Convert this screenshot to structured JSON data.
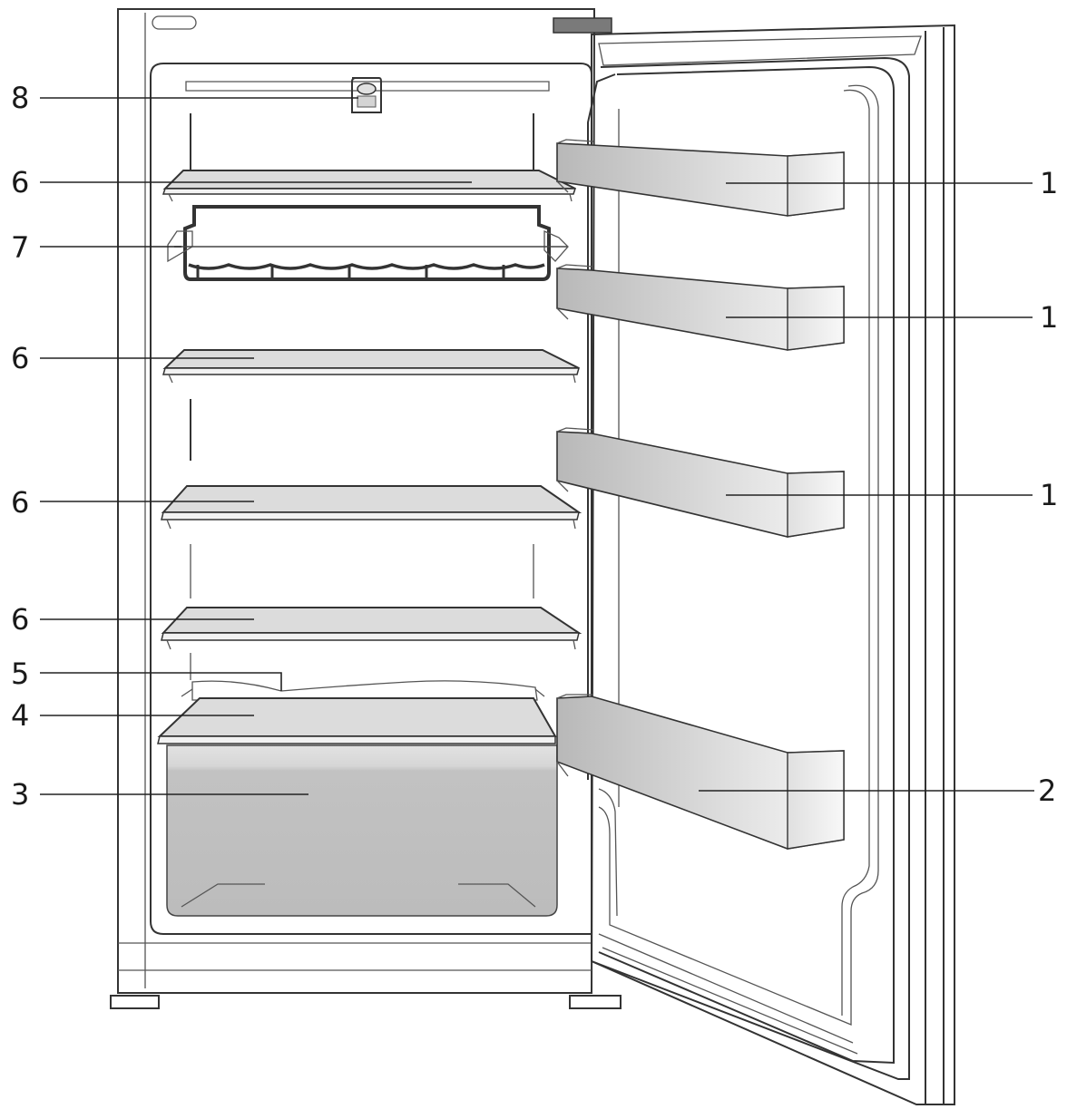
{
  "diagram": {
    "callouts_left": [
      {
        "id": "c8",
        "label": "8",
        "part": "light"
      },
      {
        "id": "c6a",
        "label": "6",
        "part": "shelf-top"
      },
      {
        "id": "c7",
        "label": "7",
        "part": "bottle-rack"
      },
      {
        "id": "c6b",
        "label": "6",
        "part": "shelf-2"
      },
      {
        "id": "c6c",
        "label": "6",
        "part": "shelf-3"
      },
      {
        "id": "c6d",
        "label": "6",
        "part": "shelf-4"
      },
      {
        "id": "c5",
        "label": "5",
        "part": "vegetable-cover-edge"
      },
      {
        "id": "c4",
        "label": "4",
        "part": "crisper-cover"
      },
      {
        "id": "c3",
        "label": "3",
        "part": "crisper-drawer"
      }
    ],
    "callouts_right": [
      {
        "id": "c1a",
        "label": "1",
        "part": "door-bin-1"
      },
      {
        "id": "c1b",
        "label": "1",
        "part": "door-bin-2"
      },
      {
        "id": "c1c",
        "label": "1",
        "part": "door-bin-3"
      },
      {
        "id": "c2",
        "label": "2",
        "part": "bottle-bin"
      }
    ],
    "colors": {
      "line": "#333333",
      "glass": "#dcdcdc",
      "bin_light": "#f0f0f0",
      "bin_dark": "#bdbdbd",
      "drawer": "#c4c4c4",
      "hinge": "#7a7a7a"
    }
  }
}
